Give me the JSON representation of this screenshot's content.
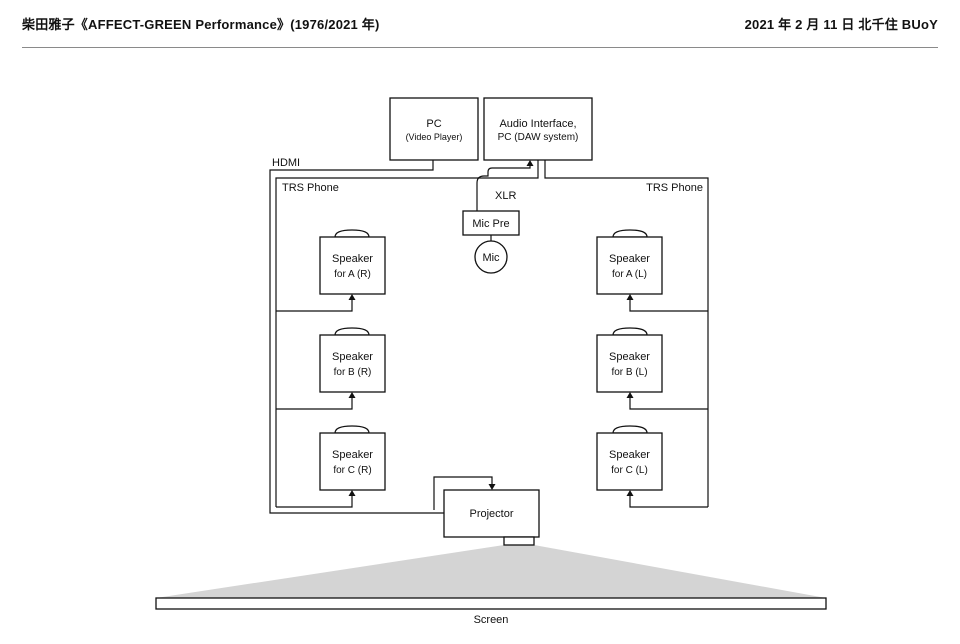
{
  "header": {
    "title": "柴田雅子《AFFECT-GREEN Performance》(1976/2021 年)",
    "date": "2021 年 2 月 11 日 北千住 BUoY"
  },
  "diagram": {
    "pc_video": {
      "line1": "PC",
      "line2": "(Video Player)"
    },
    "audio_interface": {
      "line1": "Audio Interface,",
      "line2": "PC (DAW system)"
    },
    "mic_pre": "Mic Pre",
    "mic": "Mic",
    "projector": "Projector",
    "screen": "Screen",
    "labels": {
      "hdmi": "HDMI",
      "trs_left": "TRS Phone",
      "trs_right": "TRS Phone",
      "xlr": "XLR"
    },
    "speakers": [
      {
        "line1": "Speaker",
        "line2": "for A (R)"
      },
      {
        "line1": "Speaker",
        "line2": "for B (R)"
      },
      {
        "line1": "Speaker",
        "line2": "for C (R)"
      },
      {
        "line1": "Speaker",
        "line2": "for A (L)"
      },
      {
        "line1": "Speaker",
        "line2": "for B (L)"
      },
      {
        "line1": "Speaker",
        "line2": "for C (L)"
      }
    ]
  }
}
